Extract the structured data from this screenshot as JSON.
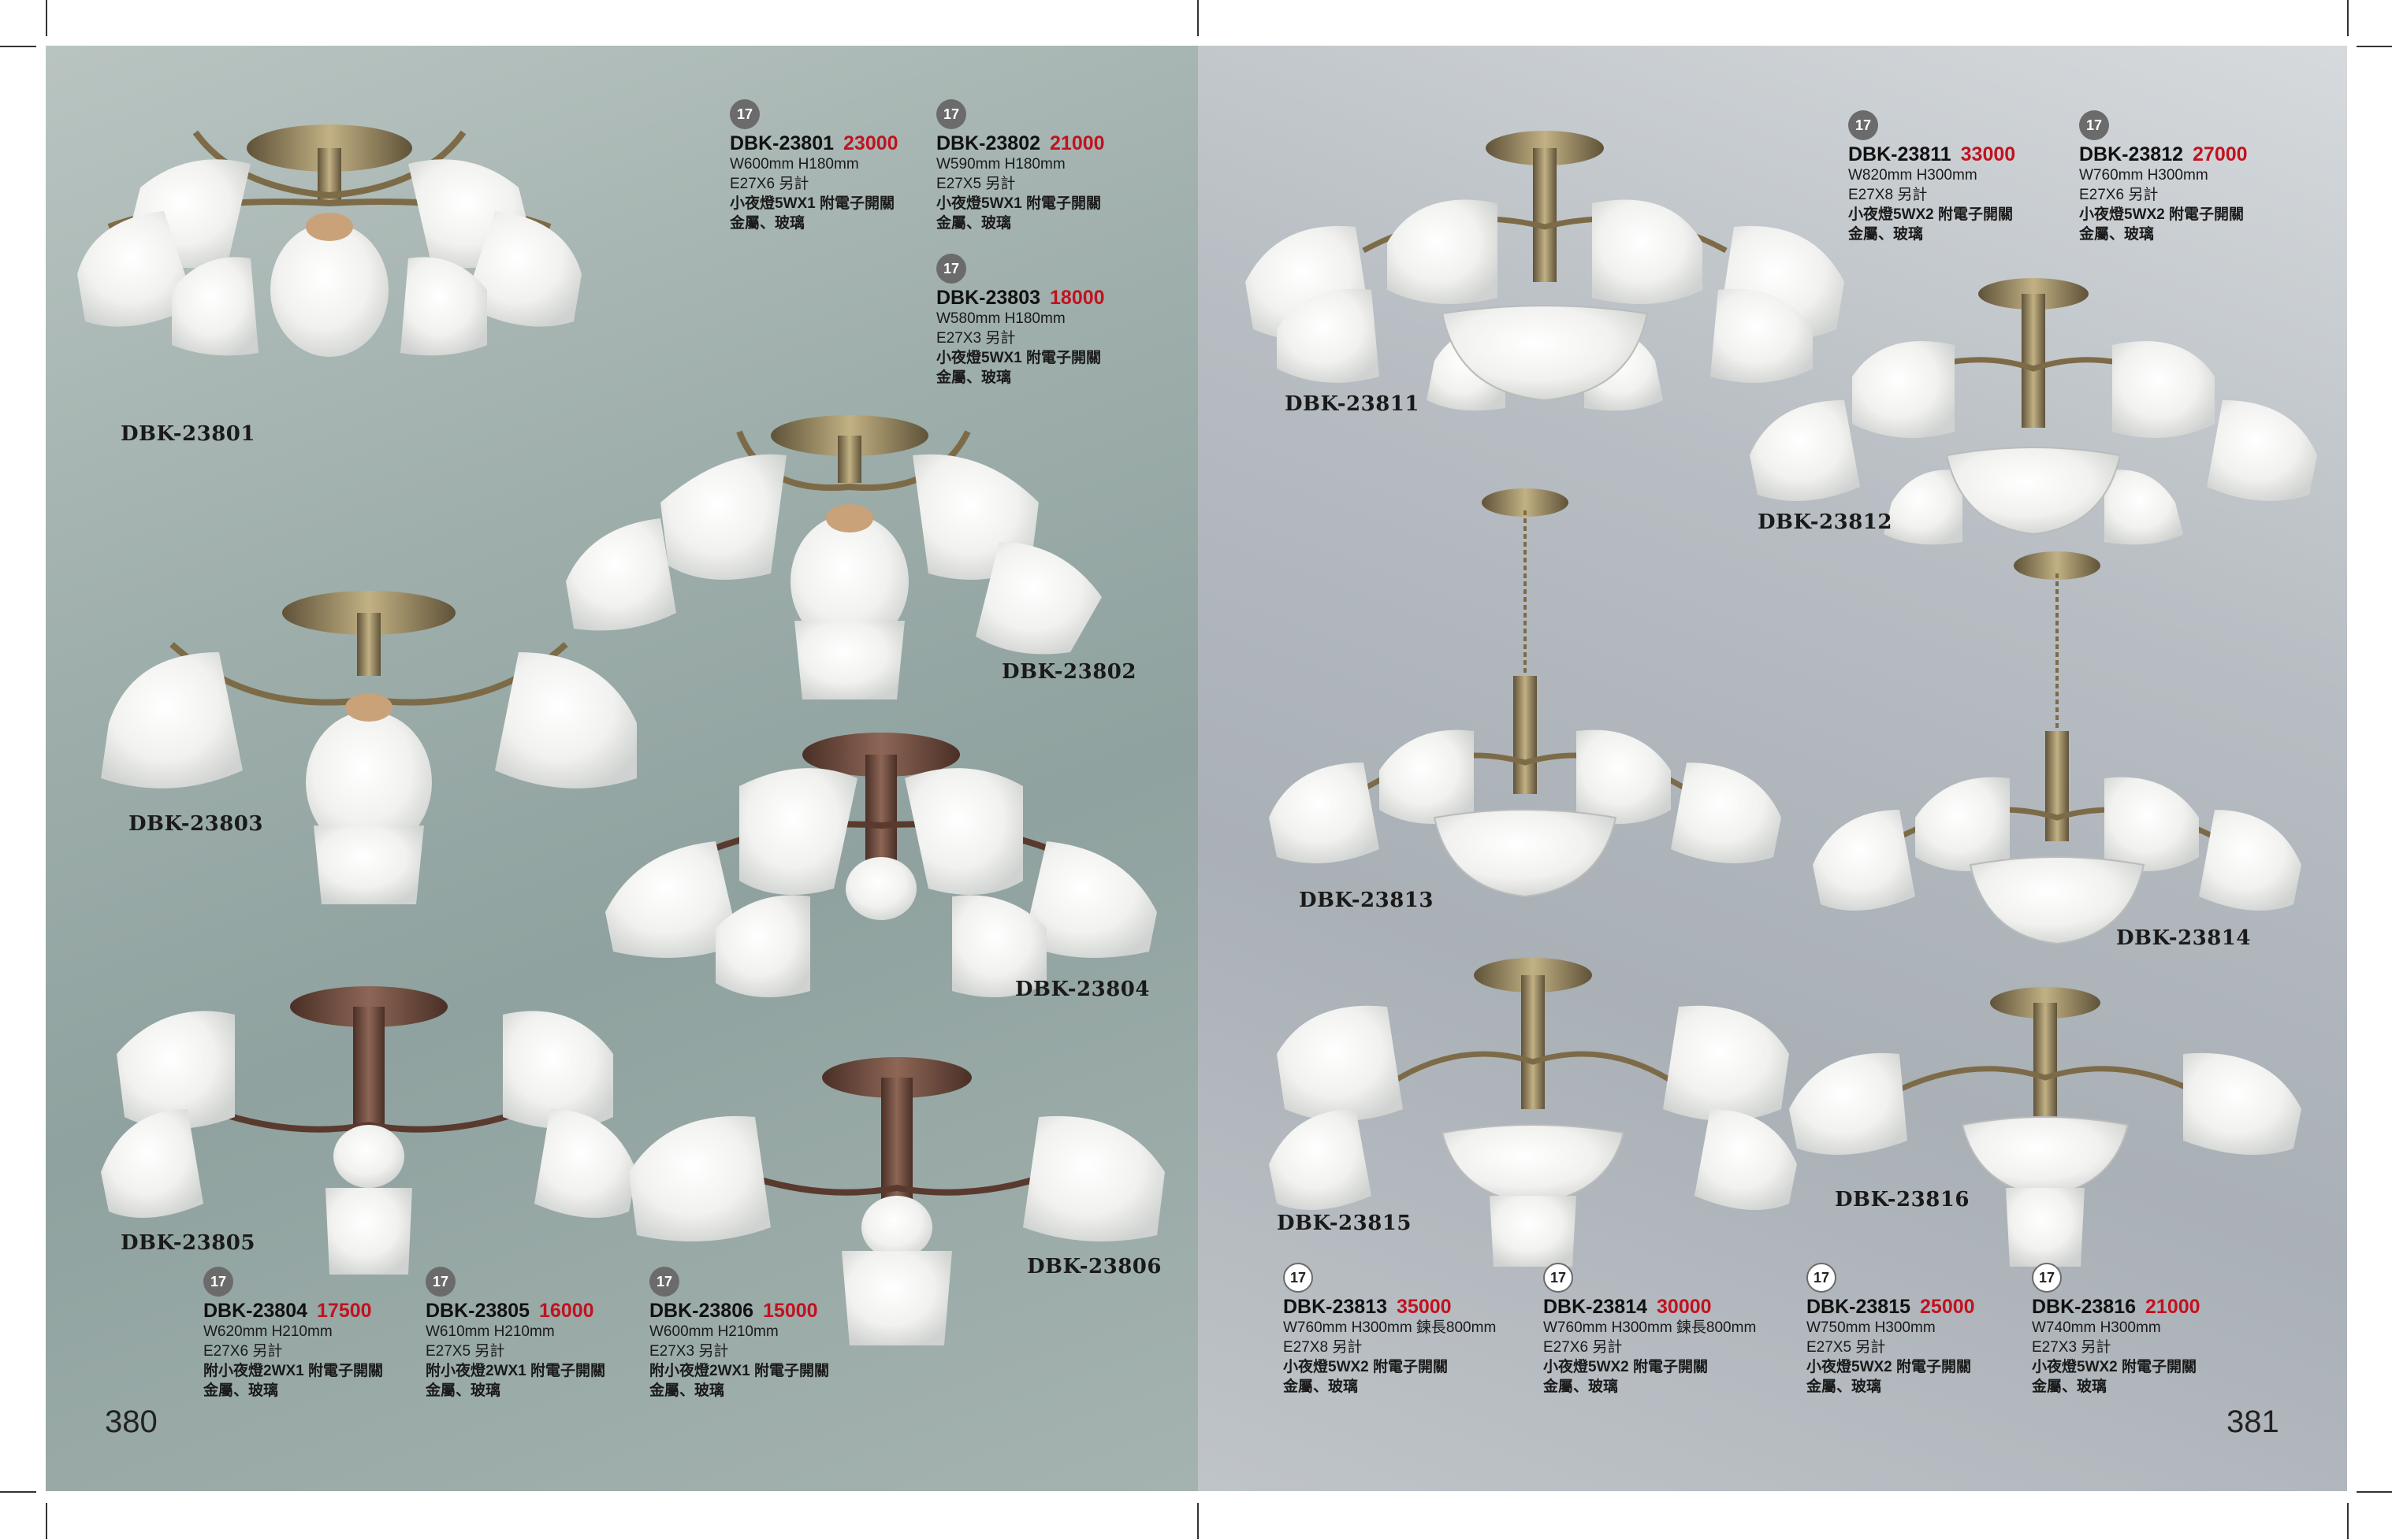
{
  "pages": {
    "left_number": "380",
    "right_number": "381"
  },
  "badge_label": "17",
  "left_captions": [
    {
      "id": "23801",
      "text": "DBK-23801"
    },
    {
      "id": "23802",
      "text": "DBK-23802"
    },
    {
      "id": "23803",
      "text": "DBK-23803"
    },
    {
      "id": "23804",
      "text": "DBK-23804"
    },
    {
      "id": "23805",
      "text": "DBK-23805"
    },
    {
      "id": "23806",
      "text": "DBK-23806"
    }
  ],
  "right_captions": [
    {
      "id": "23811",
      "text": "DBK-23811"
    },
    {
      "id": "23812",
      "text": "DBK-23812"
    },
    {
      "id": "23813",
      "text": "DBK-23813"
    },
    {
      "id": "23814",
      "text": "DBK-23814"
    },
    {
      "id": "23815",
      "text": "DBK-23815"
    },
    {
      "id": "23816",
      "text": "DBK-23816"
    }
  ],
  "specs": [
    {
      "model": "DBK-23801",
      "price": "23000",
      "size": "W600mm H180mm",
      "bulb": "E27X6 另計",
      "night": "小夜燈5WX1 附電子開關",
      "material": "金屬、玻璃"
    },
    {
      "model": "DBK-23802",
      "price": "21000",
      "size": "W590mm H180mm",
      "bulb": "E27X5 另計",
      "night": "小夜燈5WX1 附電子開關",
      "material": "金屬、玻璃"
    },
    {
      "model": "DBK-23803",
      "price": "18000",
      "size": "W580mm H180mm",
      "bulb": "E27X3 另計",
      "night": "小夜燈5WX1 附電子開關",
      "material": "金屬、玻璃"
    },
    {
      "model": "DBK-23804",
      "price": "17500",
      "size": "W620mm H210mm",
      "bulb": "E27X6 另計",
      "night": "附小夜燈2WX1 附電子開關",
      "material": "金屬、玻璃"
    },
    {
      "model": "DBK-23805",
      "price": "16000",
      "size": "W610mm H210mm",
      "bulb": "E27X5 另計",
      "night": "附小夜燈2WX1 附電子開關",
      "material": "金屬、玻璃"
    },
    {
      "model": "DBK-23806",
      "price": "15000",
      "size": "W600mm H210mm",
      "bulb": "E27X3 另計",
      "night": "附小夜燈2WX1 附電子開關",
      "material": "金屬、玻璃"
    },
    {
      "model": "DBK-23811",
      "price": "33000",
      "size": "W820mm H300mm",
      "bulb": "E27X8 另計",
      "night": "小夜燈5WX2 附電子開關",
      "material": "金屬、玻璃"
    },
    {
      "model": "DBK-23812",
      "price": "27000",
      "size": "W760mm H300mm",
      "bulb": "E27X6 另計",
      "night": "小夜燈5WX2 附電子開關",
      "material": "金屬、玻璃"
    },
    {
      "model": "DBK-23813",
      "price": "35000",
      "size": "W760mm H300mm 鍊長800mm",
      "bulb": "E27X8 另計",
      "night": "小夜燈5WX2 附電子開關",
      "material": "金屬、玻璃"
    },
    {
      "model": "DBK-23814",
      "price": "30000",
      "size": "W760mm H300mm 鍊長800mm",
      "bulb": "E27X6 另計",
      "night": "小夜燈5WX2 附電子開關",
      "material": "金屬、玻璃"
    },
    {
      "model": "DBK-23815",
      "price": "25000",
      "size": "W750mm H300mm",
      "bulb": "E27X5 另計",
      "night": "小夜燈5WX2 附電子開關",
      "material": "金屬、玻璃"
    },
    {
      "model": "DBK-23816",
      "price": "21000",
      "size": "W740mm H300mm",
      "bulb": "E27X3 另計",
      "night": "小夜燈5WX2 附電子開關",
      "material": "金屬、玻璃"
    }
  ],
  "colors": {
    "price_red": "#c1121f",
    "badge_gray": "#6b6b6b",
    "brass": "#8a7a55",
    "bronze": "#6e4a3c",
    "glass": "#f4f4f2"
  }
}
